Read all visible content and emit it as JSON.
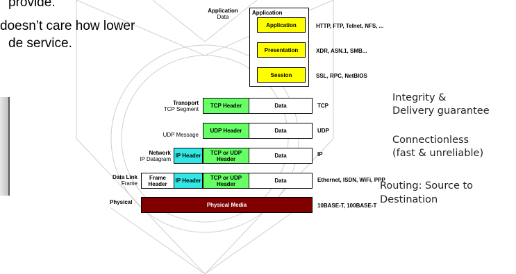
{
  "left_text": {
    "line1": "provide.",
    "line2": "doesn’t care how lower",
    "line3": "de service."
  },
  "layers": {
    "application": {
      "name": "Application",
      "unit": "Data"
    },
    "transport": {
      "name": "Transport",
      "unit": "TCP Segment"
    },
    "udp": {
      "unit": "UDP Message"
    },
    "network": {
      "name": "Network",
      "unit": "IP Datagram"
    },
    "datalink": {
      "name": "Data Link",
      "unit": "Frame"
    },
    "physical": {
      "name": "Physical"
    }
  },
  "app_stack": {
    "title": "Application",
    "application": "Application",
    "presentation": "Presentation",
    "session": "Session"
  },
  "headers": {
    "tcp_header": "TCP Header",
    "udp_header": "UDP Header",
    "ip_header": "IP Header",
    "tcp_or_udp_header": "TCP or UDP Header",
    "frame_header": "Frame Header",
    "data": "Data",
    "physical_media": "Physical Media"
  },
  "protocols": {
    "application": "HTTP, FTP, Telnet, NFS, ...",
    "presentation": "XDR, ASN.1, SMB...",
    "session": "SSL, RPC, NetBIOS",
    "tcp": "TCP",
    "udp": "UDP",
    "ip": "IP",
    "datalink": "Ethernet, ISDN, WiFi, PPP",
    "physical": "10BASE-T, 100BASE-T"
  },
  "notes": {
    "integrity_l1": "Integrity &",
    "integrity_l2": "Delivery guarantee",
    "connectionless_l1": "Connectionless",
    "connectionless_l2": "(fast & unreliable)",
    "routing_l1": "Routing:  Source to",
    "routing_l2": "Destination"
  },
  "colors": {
    "green": "#66ff66",
    "cyan": "#33e6e6",
    "yellow": "#ffff00",
    "maroon": "#800000"
  }
}
